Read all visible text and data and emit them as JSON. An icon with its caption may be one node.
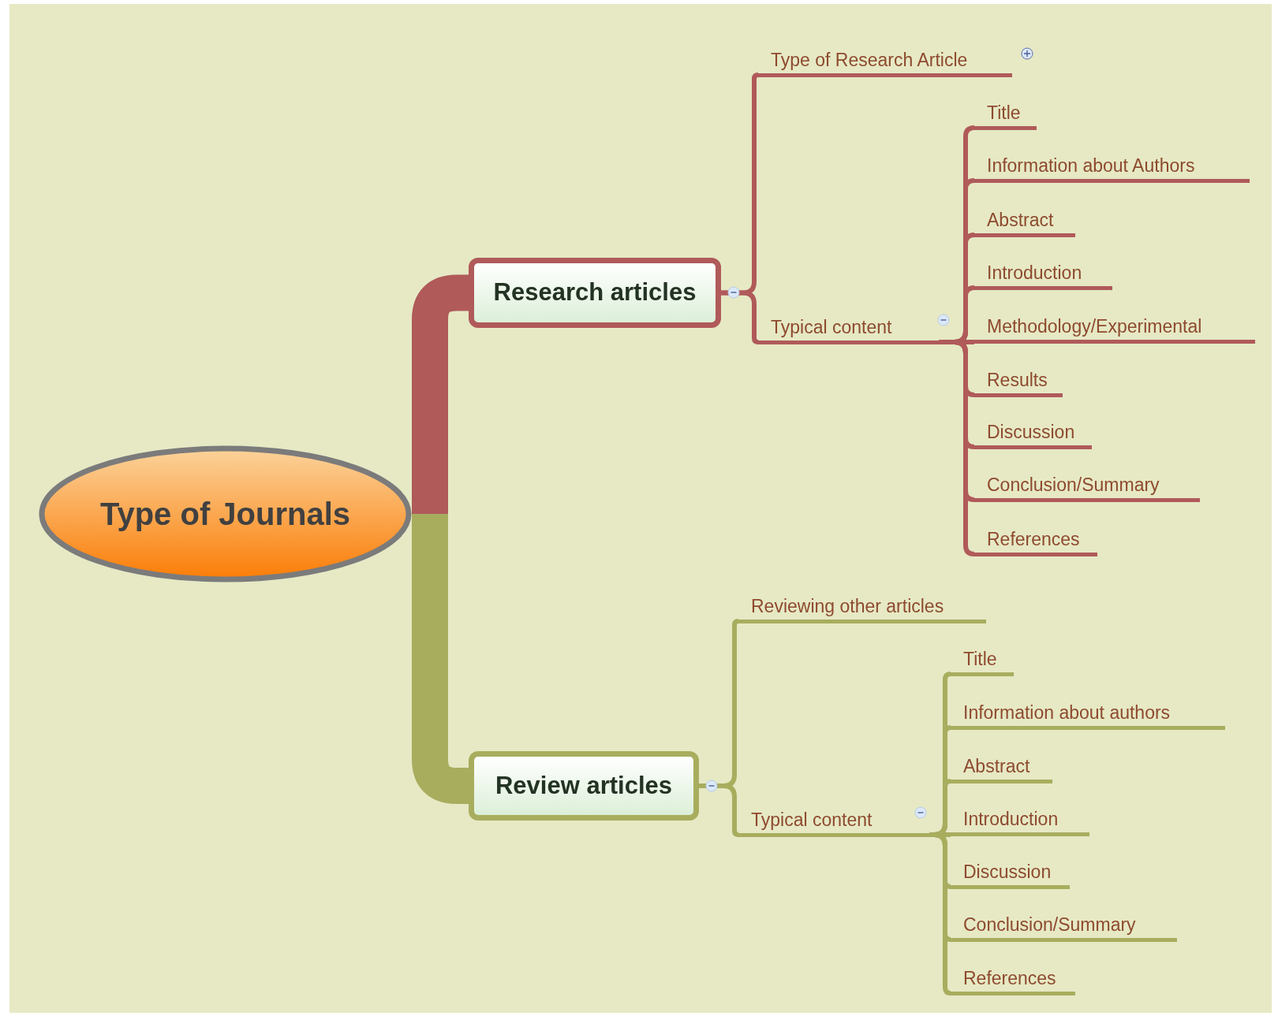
{
  "diagram": {
    "nodes": [
      {
        "text": [
          "Type of Journals"
        ]
      },
      {
        "text": [
          "Research articles"
        ]
      },
      {
        "text": [
          "Type of Research Article"
        ]
      },
      {
        "text": [
          "Typical content"
        ]
      },
      {
        "text": [
          "Title"
        ]
      },
      {
        "text": [
          "Information about Authors"
        ]
      },
      {
        "text": [
          "Abstract"
        ]
      },
      {
        "text": [
          "Introduction"
        ]
      },
      {
        "text": [
          "Methodology/Experimental"
        ]
      },
      {
        "text": [
          "Results"
        ]
      },
      {
        "text": [
          "Discussion"
        ]
      },
      {
        "text": [
          "Conclusion/Summary"
        ]
      },
      {
        "text": [
          "References"
        ]
      },
      {
        "text": [
          "Review articles"
        ]
      },
      {
        "text": [
          "Reviewing other articles"
        ]
      },
      {
        "text": [
          "Typical content"
        ]
      },
      {
        "text": [
          "Title"
        ]
      },
      {
        "text": [
          "Information about authors"
        ]
      },
      {
        "text": [
          "Abstract"
        ]
      },
      {
        "text": [
          "Introduction"
        ]
      },
      {
        "text": [
          "Discussion"
        ]
      },
      {
        "text": [
          "Conclusion/Summary"
        ]
      },
      {
        "text": [
          "References"
        ]
      }
    ],
    "edges": [
      {
        "from": 0,
        "to": 1,
        "arrow": "none",
        "style": "thick"
      },
      {
        "from": 1,
        "to": 2,
        "arrow": "none"
      },
      {
        "from": 1,
        "to": 3,
        "arrow": "none"
      },
      {
        "from": 3,
        "to": 4,
        "arrow": "none"
      },
      {
        "from": 3,
        "to": 5,
        "arrow": "none"
      },
      {
        "from": 3,
        "to": 6,
        "arrow": "none"
      },
      {
        "from": 3,
        "to": 7,
        "arrow": "none"
      },
      {
        "from": 3,
        "to": 8,
        "arrow": "none"
      },
      {
        "from": 3,
        "to": 9,
        "arrow": "none"
      },
      {
        "from": 3,
        "to": 10,
        "arrow": "none"
      },
      {
        "from": 3,
        "to": 11,
        "arrow": "none"
      },
      {
        "from": 3,
        "to": 12,
        "arrow": "none"
      },
      {
        "from": 0,
        "to": 13,
        "arrow": "none",
        "style": "thick",
        "color": "#a8ad5e"
      },
      {
        "from": 13,
        "to": 14,
        "arrow": "none",
        "color": "#a8ad5e"
      },
      {
        "from": 13,
        "to": 15,
        "arrow": "none",
        "color": "#a8ad5e"
      },
      {
        "from": 15,
        "to": 16,
        "arrow": "none",
        "color": "#a8ad5e"
      },
      {
        "from": 15,
        "to": 17,
        "arrow": "none",
        "color": "#a8ad5e"
      },
      {
        "from": 15,
        "to": 18,
        "arrow": "none",
        "color": "#a8ad5e"
      },
      {
        "from": 15,
        "to": 19,
        "arrow": "none",
        "color": "#a8ad5e"
      },
      {
        "from": 15,
        "to": 20,
        "arrow": "none",
        "color": "#a8ad5e"
      },
      {
        "from": 15,
        "to": 21,
        "arrow": "none",
        "color": "#a8ad5e"
      },
      {
        "from": 15,
        "to": 22,
        "arrow": "none",
        "color": "#a8ad5e"
      }
    ]
  }
}
